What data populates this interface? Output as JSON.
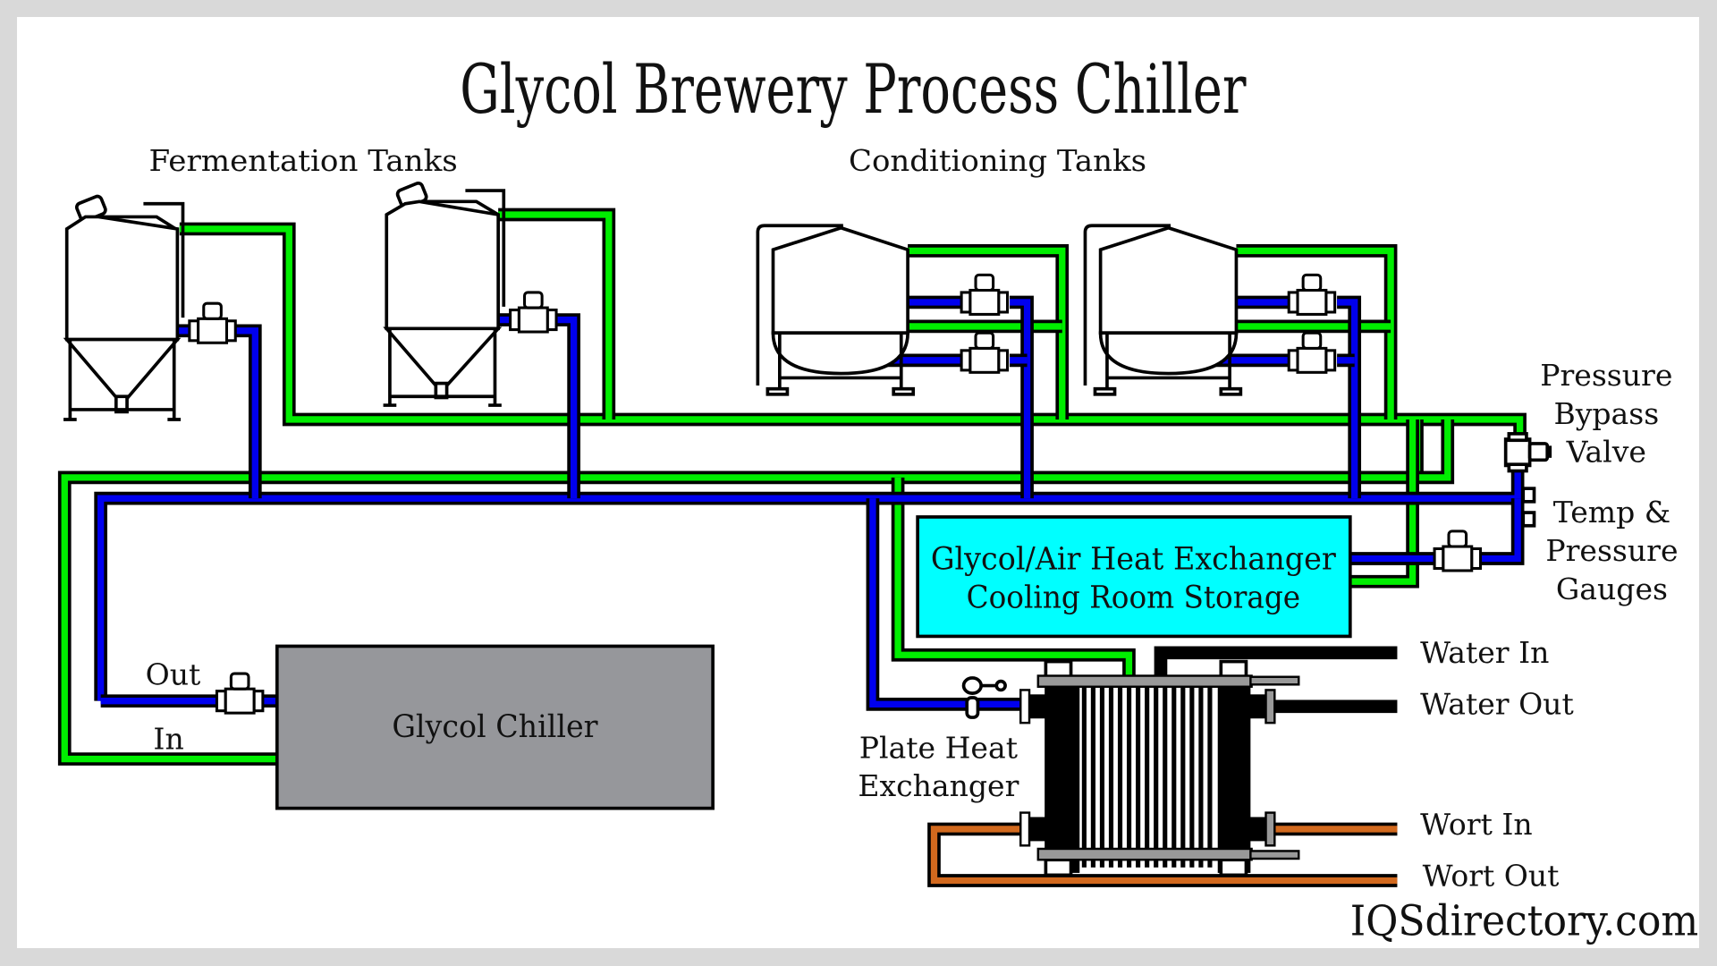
{
  "title": "Glycol Brewery Process Chiller",
  "sections": {
    "fermentation": "Fermentation Tanks",
    "conditioning": "Conditioning Tanks"
  },
  "components": {
    "glycol_chiller": "Glycol Chiller",
    "heat_exchanger_box": {
      "line1": "Glycol/Air Heat Exchanger",
      "line2": "Cooling Room Storage"
    },
    "plate_heat_exchanger": {
      "line1": "Plate Heat",
      "line2": "Exchanger"
    },
    "pressure_bypass_valve": {
      "line1": "Pressure",
      "line2": "Bypass",
      "line3": "Valve"
    },
    "gauges": {
      "line1": "Temp &",
      "line2": "Pressure",
      "line3": "Gauges"
    }
  },
  "chiller_ports": {
    "out": "Out",
    "in": "In"
  },
  "connections": {
    "water_in": "Water In",
    "water_out": "Water Out",
    "wort_in": "Wort In",
    "wort_out": "Wort Out"
  },
  "legend_colors": {
    "glycol_supply": "#0000ee",
    "glycol_return": "#00ee00",
    "water": "#000000",
    "wort": "#d2691e",
    "air_exchanger": "#00ffff",
    "chiller": "#96979b"
  },
  "watermark": "IQSdirectory.com"
}
